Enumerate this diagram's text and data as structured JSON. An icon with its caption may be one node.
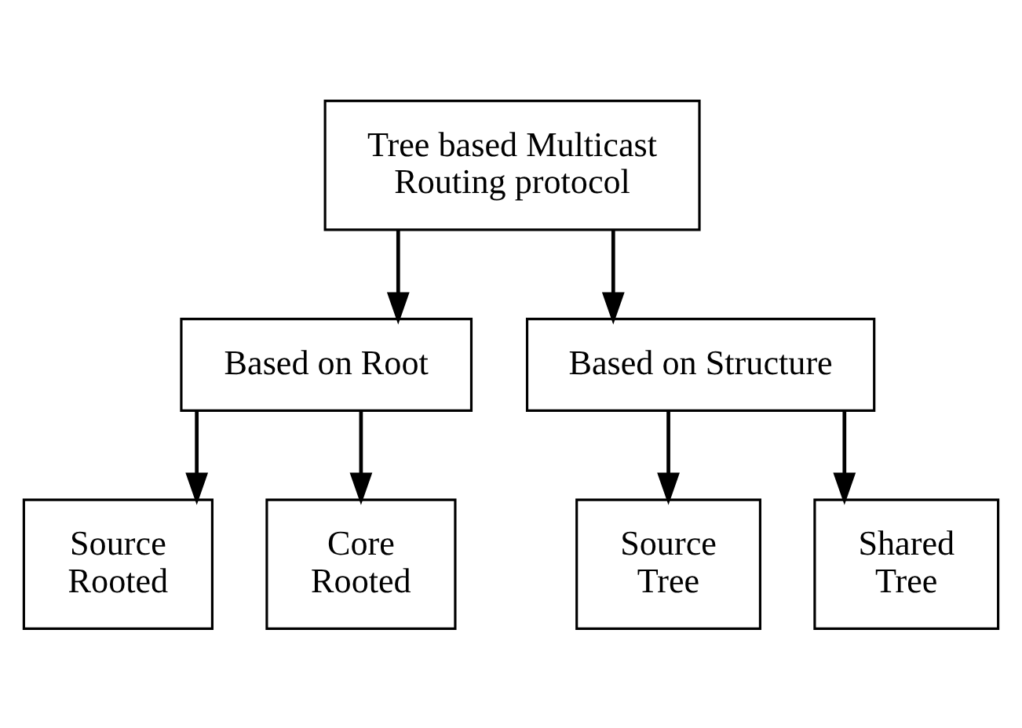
{
  "diagram": {
    "nodes": [
      {
        "text": [
          "Tree based Multicast Routing protocol"
        ]
      },
      {
        "text": [
          "Based on Root"
        ]
      },
      {
        "text": [
          "Based on Structure"
        ]
      },
      {
        "text": [
          "Source Rooted"
        ]
      },
      {
        "text": [
          "Core Rooted"
        ]
      },
      {
        "text": [
          "Source Tree"
        ]
      },
      {
        "text": [
          "Shared Tree"
        ]
      }
    ],
    "edges": [
      {
        "from": 0,
        "to": 1,
        "arrow": "to"
      },
      {
        "from": 0,
        "to": 2,
        "arrow": "to"
      },
      {
        "from": 1,
        "to": 3,
        "arrow": "to"
      },
      {
        "from": 1,
        "to": 4,
        "arrow": "to"
      },
      {
        "from": 2,
        "to": 5,
        "arrow": "to"
      },
      {
        "from": 2,
        "to": 6,
        "arrow": "to"
      }
    ]
  }
}
